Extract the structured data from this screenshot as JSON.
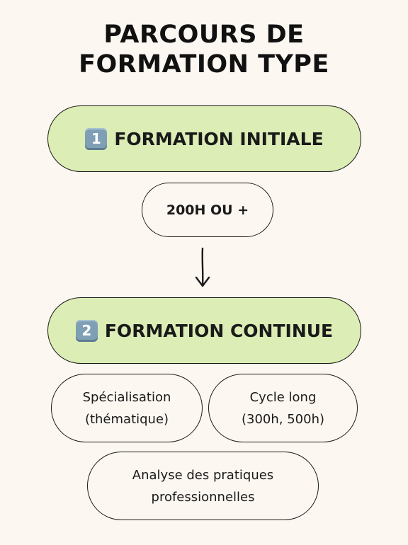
{
  "title": [
    "PARCOURS DE",
    "FORMATION TYPE"
  ],
  "step1": {
    "number": "1",
    "label": "FORMATION INITIALE"
  },
  "step1_detail": "200H OU +",
  "step2": {
    "number": "2",
    "label": "FORMATION CONTINUE"
  },
  "step2_options": {
    "specialisation": [
      "Spécialisation",
      "(thématique)"
    ],
    "cycle_long": [
      "Cycle long",
      "(300h, 500h)"
    ],
    "analyse": [
      "Analyse des pratiques",
      "professionnelles"
    ]
  },
  "colors": {
    "green": "#dcedb5",
    "background": "#fcf7f1",
    "text": "#111111",
    "keycap": "#7f9fb4"
  },
  "icons": [
    "keycap-1-icon",
    "keycap-2-icon",
    "arrow-down-icon"
  ]
}
